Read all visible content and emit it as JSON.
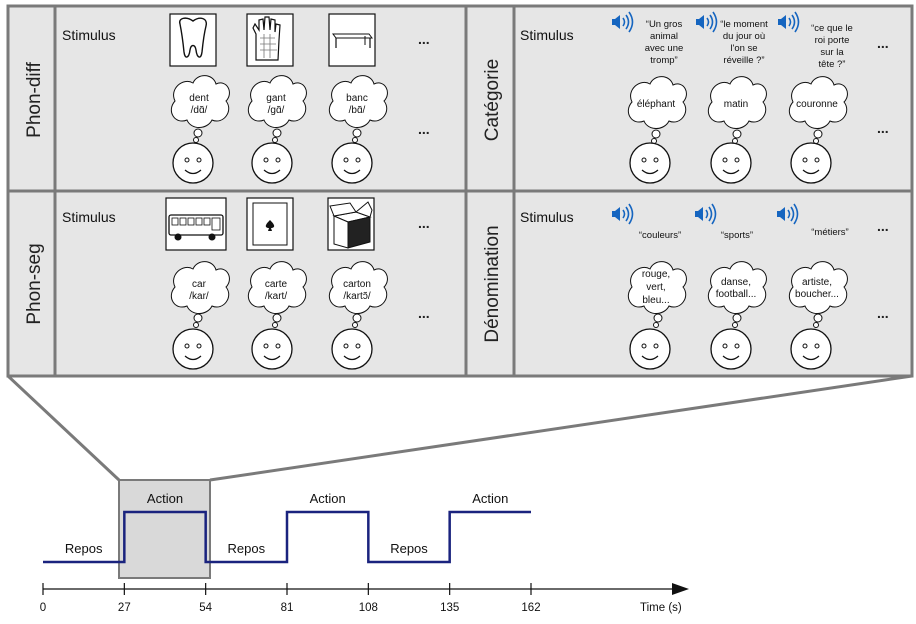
{
  "panels": [
    {
      "side_label": "Phon-diff",
      "stimulus_label": "Stimulus",
      "items": [
        {
          "icon": "tooth-icon",
          "thought": [
            "dent",
            "/dɑ̃/"
          ]
        },
        {
          "icon": "glove-icon",
          "thought": [
            "gant",
            "/gɑ̃/"
          ]
        },
        {
          "icon": "bench-icon",
          "thought": [
            "banc",
            "/bɑ̃/"
          ]
        }
      ],
      "more": "..."
    },
    {
      "side_label": "Catégorie",
      "stimulus_label": "Stimulus",
      "items": [
        {
          "icon": "speaker-icon",
          "prompt": [
            "“Un gros",
            "animal",
            "avec une",
            "tromp”"
          ],
          "thought": [
            "éléphant"
          ]
        },
        {
          "icon": "speaker-icon",
          "prompt": [
            "“le moment",
            "du jour où",
            "l'on se",
            "réveille ?”"
          ],
          "thought": [
            "matin"
          ]
        },
        {
          "icon": "speaker-icon",
          "prompt": [
            "“ce que le",
            "roi porte",
            "sur la",
            "tête ?”"
          ],
          "thought": [
            "couronne"
          ]
        }
      ],
      "more": "..."
    },
    {
      "side_label": "Phon-seg",
      "stimulus_label": "Stimulus",
      "items": [
        {
          "icon": "bus-icon",
          "thought": [
            "car",
            "/kar/"
          ]
        },
        {
          "icon": "card-icon",
          "thought": [
            "carte",
            "/kart/"
          ]
        },
        {
          "icon": "box-icon",
          "thought": [
            "carton",
            "/kartɔ̃/"
          ]
        }
      ],
      "more": "..."
    },
    {
      "side_label": "Dénomination",
      "stimulus_label": "Stimulus",
      "items": [
        {
          "icon": "speaker-icon",
          "prompt": [
            "“couleurs”"
          ],
          "thought": [
            "rouge,",
            "vert,",
            "bleu..."
          ]
        },
        {
          "icon": "speaker-icon",
          "prompt": [
            "“sports”"
          ],
          "thought": [
            "danse,",
            "football..."
          ]
        },
        {
          "icon": "speaker-icon",
          "prompt": [
            "“métiers”"
          ],
          "thought": [
            "artiste,",
            "boucher..."
          ]
        }
      ],
      "more": "..."
    }
  ],
  "timeline": {
    "blocks": [
      {
        "label": "Repos",
        "start": 0,
        "end": 27
      },
      {
        "label": "Action",
        "start": 27,
        "end": 54
      },
      {
        "label": "Repos",
        "start": 54,
        "end": 81
      },
      {
        "label": "Action",
        "start": 81,
        "end": 108
      },
      {
        "label": "Repos",
        "start": 108,
        "end": 135
      },
      {
        "label": "Action",
        "start": 135,
        "end": 162
      }
    ],
    "ticks": [
      "0",
      "27",
      "54",
      "81",
      "108",
      "135",
      "162"
    ],
    "axis_label": "Time (s)"
  },
  "colors": {
    "panel": "#e6e6e6",
    "border": "#7a7a7a",
    "timeline": "#1a237e",
    "speaker": "#1565c0",
    "highlight": "#d9d9d9"
  }
}
